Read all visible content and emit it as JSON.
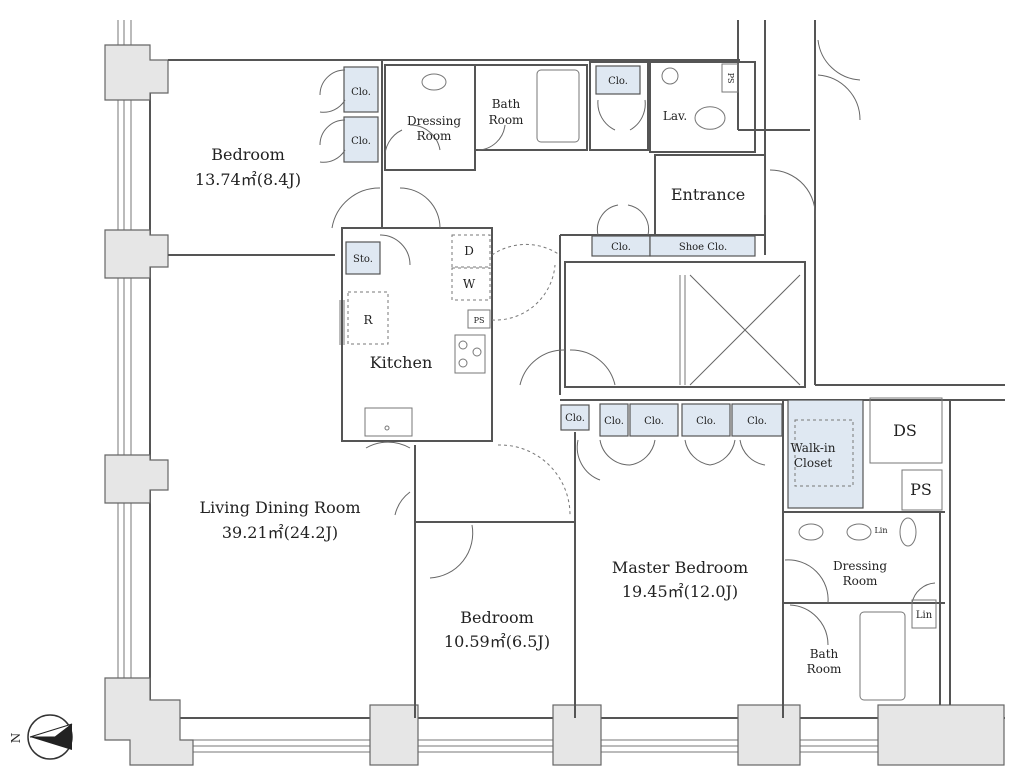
{
  "rooms": {
    "bedroom1": {
      "name": "Bedroom",
      "area": "13.74㎡(8.4J)"
    },
    "ldk": {
      "name": "Living Dining Room",
      "area": "39.21㎡(24.2J)"
    },
    "kitchen": {
      "name": "Kitchen"
    },
    "bedroom2": {
      "name": "Bedroom",
      "area": "10.59㎡(6.5J)"
    },
    "master": {
      "name": "Master Bedroom",
      "area": "19.45㎡(12.0J)"
    },
    "entrance": {
      "name": "Entrance"
    },
    "lav": {
      "name": "Lav."
    },
    "dressing1": {
      "line1": "Dressing",
      "line2": "Room"
    },
    "bath1": {
      "line1": "Bath",
      "line2": "Room"
    },
    "dressing2": {
      "line1": "Dressing",
      "line2": "Room"
    },
    "bath2": {
      "line1": "Bath",
      "line2": "Room"
    },
    "walkin": {
      "line1": "Walk-in",
      "line2": "Closet"
    }
  },
  "labels": {
    "clo": "Clo.",
    "shoe_clo": "Shoe Clo.",
    "sto": "Sto.",
    "d": "D",
    "w": "W",
    "r": "R",
    "ps": "PS",
    "ds": "DS",
    "lin": "Lin",
    "north": "N"
  }
}
